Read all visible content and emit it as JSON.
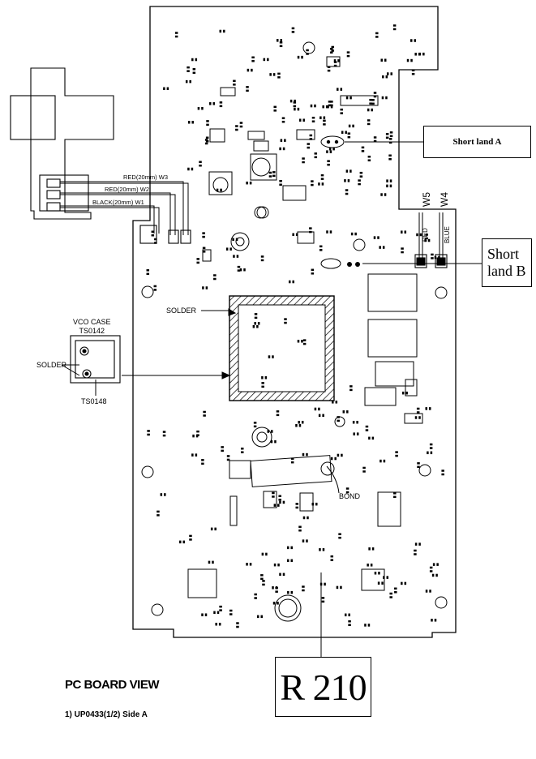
{
  "title": "PC BOARD VIEW",
  "subtitle": "1)   UP0433(1/2) Side A",
  "callouts": {
    "short_land_a": "Short land A",
    "short_land_b_line1": "Short",
    "short_land_b_line2": "land B",
    "r210": "R 210"
  },
  "labels": {
    "solder_main": "SOLDER",
    "vco_case_line1": "VCO CASE",
    "vco_case_line2": "TS0142",
    "solder_vco": "SOLDER",
    "ts0148": "TS0148",
    "bond": "BOND",
    "wire_w3": "RED(20mm) W3",
    "wire_w2": "RED(20mm) W2",
    "wire_w1": "BLACK(20mm) W1",
    "wire_red": "RED",
    "wire_blue": "BLUE",
    "w5": "W5",
    "w4": "W4"
  },
  "colors": {
    "ink": "#000000",
    "paper": "#ffffff"
  }
}
